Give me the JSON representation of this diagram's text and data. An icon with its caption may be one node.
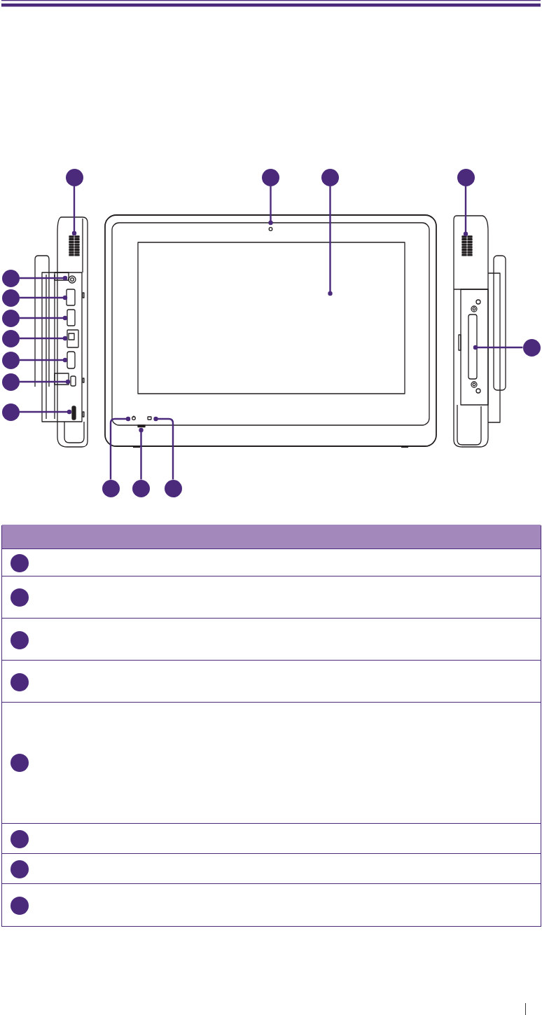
{
  "diagram": {
    "nodes": [
      {
        "text": [],
        "shape": "circle"
      },
      {
        "text": [],
        "shape": "circle"
      },
      {
        "text": [],
        "shape": "circle"
      },
      {
        "text": [],
        "shape": "circle"
      },
      {
        "text": [],
        "shape": "circle"
      },
      {
        "text": [],
        "shape": "circle"
      },
      {
        "text": [],
        "shape": "circle"
      },
      {
        "text": [],
        "shape": "circle"
      },
      {
        "text": [],
        "shape": "circle"
      },
      {
        "text": [],
        "shape": "circle"
      },
      {
        "text": [],
        "shape": "circle"
      },
      {
        "text": [],
        "shape": "circle"
      },
      {
        "text": [],
        "shape": "circle"
      },
      {
        "text": [],
        "shape": "circle"
      },
      {
        "text": [],
        "shape": "circle"
      },
      {
        "text": [],
        "shape": "circle"
      },
      {
        "text": [],
        "shape": "circle"
      },
      {
        "text": [],
        "shape": "circle"
      },
      {
        "text": [],
        "shape": "circle"
      },
      {
        "text": [],
        "shape": "circle"
      },
      {
        "text": [],
        "shape": "circle"
      },
      {
        "text": [],
        "shape": "circle"
      },
      {
        "text": [],
        "shape": "circle"
      }
    ],
    "edges": [
      {
        "from": 0,
        "to": null,
        "arrow": "other"
      },
      {
        "from": 1,
        "to": null,
        "arrow": "other"
      },
      {
        "from": 2,
        "to": null,
        "arrow": "other"
      },
      {
        "from": 3,
        "to": null,
        "arrow": "other"
      },
      {
        "from": 4,
        "to": null,
        "arrow": "other"
      },
      {
        "from": 5,
        "to": null,
        "arrow": "other"
      },
      {
        "from": 6,
        "to": null,
        "arrow": "other"
      },
      {
        "from": 7,
        "to": null,
        "arrow": "other"
      },
      {
        "from": 8,
        "to": null,
        "arrow": "other"
      },
      {
        "from": 9,
        "to": null,
        "arrow": "other"
      },
      {
        "from": 10,
        "to": null,
        "arrow": "other"
      },
      {
        "from": 11,
        "to": null,
        "arrow": "other"
      },
      {
        "from": 12,
        "to": null,
        "arrow": "other"
      },
      {
        "from": 13,
        "to": null,
        "arrow": "other"
      },
      {
        "from": 14,
        "to": null,
        "arrow": "other"
      }
    ]
  }
}
